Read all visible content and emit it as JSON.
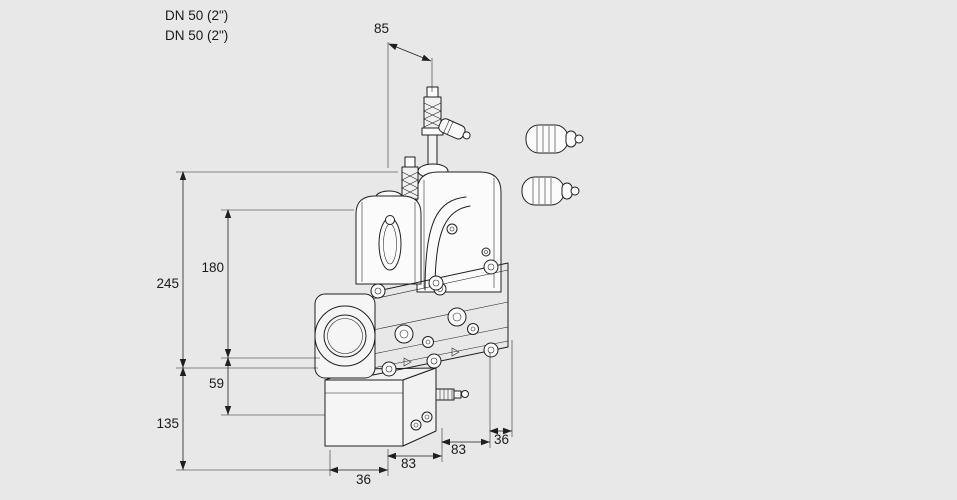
{
  "page": {
    "background_color": "#e8e8e8",
    "line_color": "#1f1f1f"
  },
  "drawing": {
    "product_labels": [
      "DN 50 (2\")",
      "DN 50 (2\")"
    ],
    "dimensions": {
      "stem_spacing": "85",
      "total_height": "245",
      "actuator_height": "180",
      "lower_body_height": "59",
      "bottom_height": "135",
      "bottom_left_width": "36",
      "bottom_mid_left_width": "83",
      "bottom_mid_right_width": "83",
      "bottom_right_width": "36"
    }
  }
}
